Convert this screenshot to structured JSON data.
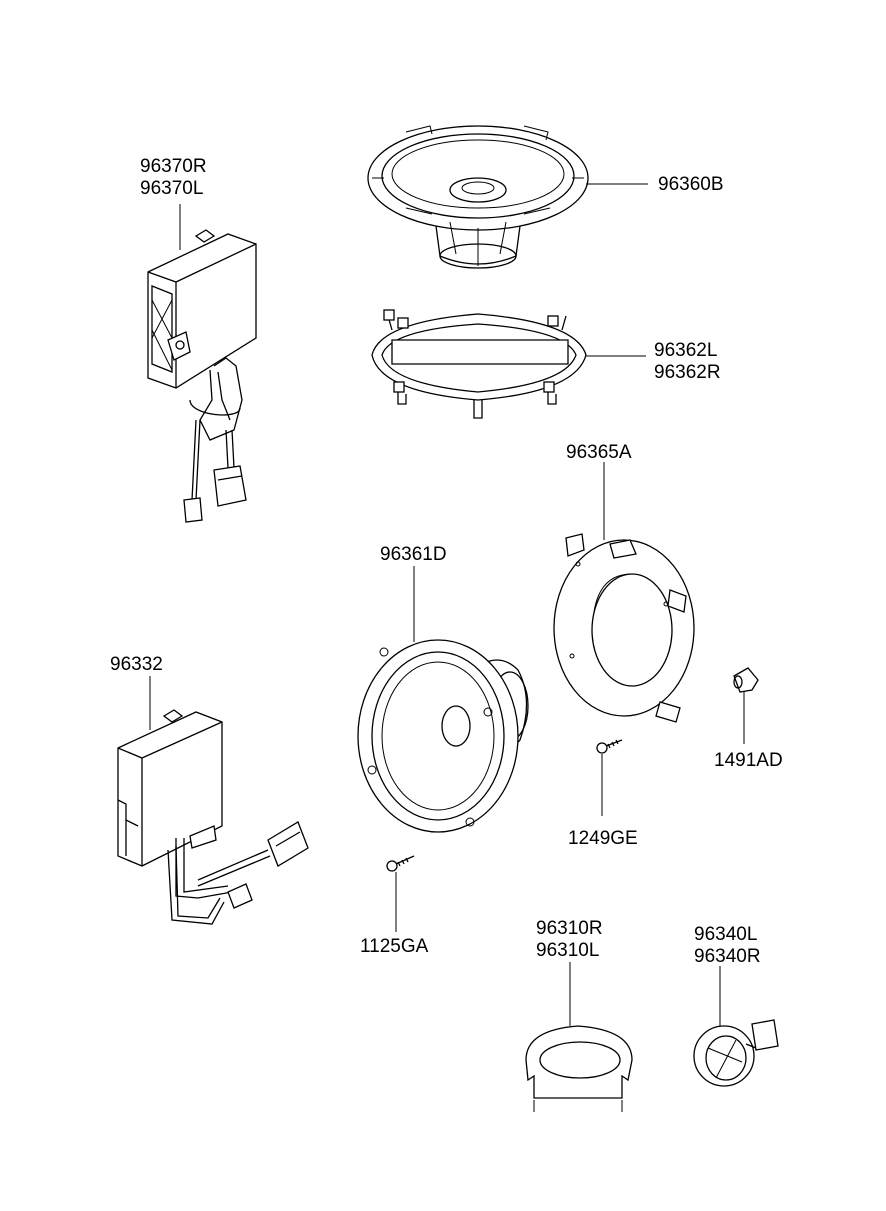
{
  "parts": {
    "amp_upper": {
      "label_1": "96370R",
      "label_2": "96370L"
    },
    "speaker_oval": {
      "label": "96360B"
    },
    "oval_bracket": {
      "label_1": "96362L",
      "label_2": "96362R"
    },
    "adapter_ring": {
      "label": "96365A"
    },
    "speaker_round": {
      "label": "96361D"
    },
    "amp_lower": {
      "label": "96332"
    },
    "clip": {
      "label": "1491AD"
    },
    "screw_ring": {
      "label": "1249GE"
    },
    "screw_speaker": {
      "label": "1125GA"
    },
    "cover": {
      "label_1": "96310R",
      "label_2": "96310L"
    },
    "tweeter": {
      "label_1": "96340L",
      "label_2": "96340R"
    }
  }
}
